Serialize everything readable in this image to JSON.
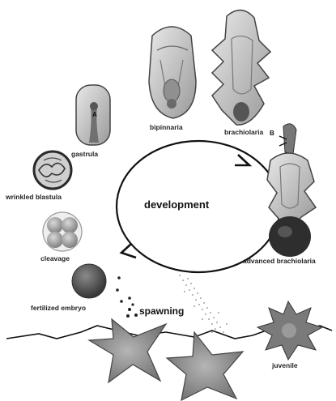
{
  "center": "development",
  "stages": {
    "bipinnaria": "bipinnaria",
    "brachiolaria": "brachiolaria",
    "gastrula": "gastrula",
    "wrinkled_blastula": "wrinkled blastula",
    "cleavage": "cleavage",
    "fertilized_embryo": "fertilized embryo",
    "spawning": "spawning",
    "advanced_brachiolaria": "advanced brachiolaria",
    "juvenile": "juvenile"
  },
  "markers": {
    "A": "A",
    "B": "B"
  },
  "colors": {
    "ink": "#111111",
    "specimen": "#8a8a8a",
    "egg": "#4a4a4a"
  }
}
